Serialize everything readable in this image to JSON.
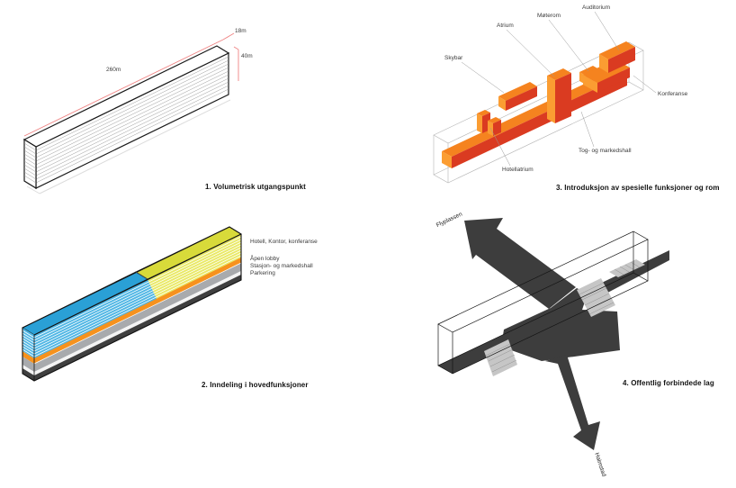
{
  "figure": {
    "panel1": {
      "caption": "1. Volumetrisk utgangspunkt",
      "dim_length": "260m",
      "dim_width": "18m",
      "dim_height": "40m"
    },
    "panel2": {
      "caption": "2. Inndeling i hovedfunksjoner",
      "layer_labels": {
        "top": "Hotell, Kontor, konferanse",
        "lobby": "Åpen lobby",
        "station": "Stasjon- og markedshall",
        "parking": "Parkering"
      }
    },
    "panel3": {
      "caption": "3. Introduksjon av spesielle funksjoner og rom",
      "room_labels": {
        "skybar": "Skybar",
        "atrium": "Atrium",
        "moterom": "Møterom",
        "auditorium": "Auditorium",
        "konferanse": "Konferanse",
        "toghall": "Tog- og markedshall",
        "hotellatrium": "Hotellatrium"
      }
    },
    "panel4": {
      "caption": "4. Offentlig forbindede lag",
      "direction_labels": {
        "flyplassen": "Flyplassen",
        "halmstad": "Halmstad"
      }
    },
    "colors": {
      "dimension_red": "#ef8383",
      "blue_top": "#2aa0d6",
      "blue_stripe": "#4fb6e4",
      "yellow_top": "#d8da3a",
      "yellow_stripe": "#e9e966",
      "orange_band": "#f6921e",
      "gray_band": "#a8aaad",
      "orange_top": "#f5831f",
      "orange_front": "#da3b21",
      "orange_end": "#fb9d32",
      "flow_dark": "#3d3d3d"
    }
  }
}
